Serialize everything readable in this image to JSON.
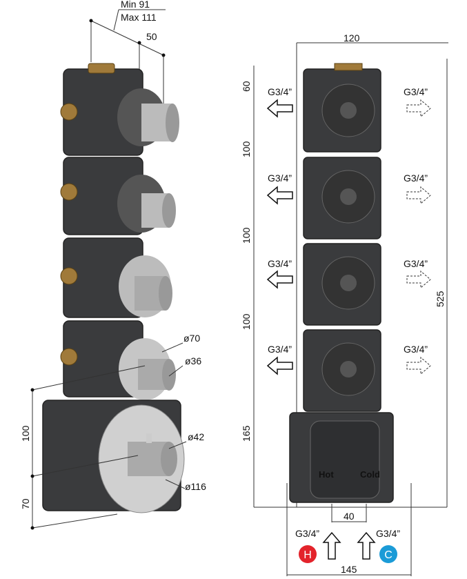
{
  "left_view": {
    "depth_min": "Min 91",
    "depth_max": "Max 111",
    "depth_step": "50",
    "dia_plate_small": "ø70",
    "dia_handle_small": "ø36",
    "dia_handle_large": "ø42",
    "dia_plate_large": "ø116",
    "height_module": "100",
    "height_base": "70"
  },
  "right_view": {
    "width_module": "120",
    "dim_top": "60",
    "dim_spacings": [
      "100",
      "100",
      "100"
    ],
    "dim_bottom": "165",
    "total_height": "525",
    "outlet_labels_left": [
      "G3/4”",
      "G3/4”",
      "G3/4”",
      "G3/4”"
    ],
    "outlet_labels_right": [
      "G3/4”",
      "G3/4”",
      "G3/4”",
      "G3/4”"
    ],
    "hot_text": "Hot",
    "cold_text": "Cold",
    "inlet_spacing": "40",
    "inlet_label_hot": "G3/4”",
    "inlet_label_cold": "G3/4”",
    "hot_badge": "H",
    "cold_badge": "C",
    "total_width": "145"
  },
  "colors": {
    "hot": "#e3232b",
    "cold": "#1b9bd7"
  }
}
